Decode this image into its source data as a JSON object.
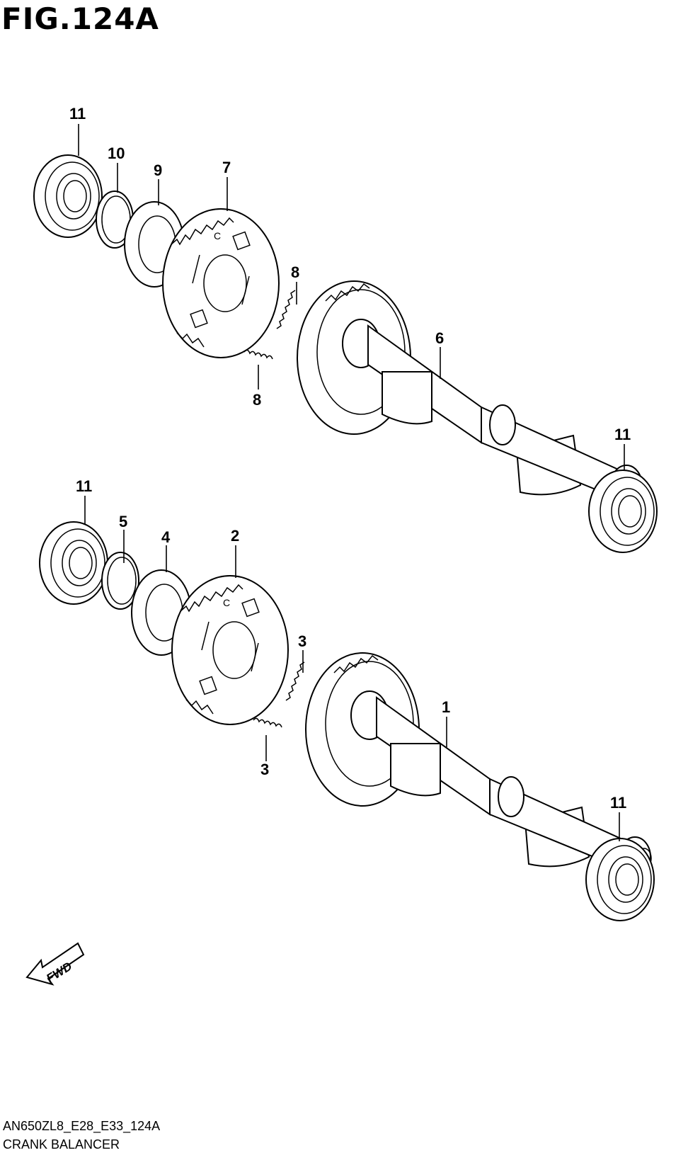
{
  "figure": {
    "title": "FIG.124A"
  },
  "callouts": {
    "c11a": "11",
    "c10": "10",
    "c9": "9",
    "c7": "7",
    "c8a": "8",
    "c8b": "8",
    "c6": "6",
    "c11b": "11",
    "c11c": "11",
    "c5": "5",
    "c4": "4",
    "c2": "2",
    "c3a": "3",
    "c3b": "3",
    "c1": "1",
    "c11d": "11"
  },
  "fwd_label": "FWD",
  "footer": {
    "code": "AN650ZL8_E28_E33_124A",
    "name": "CRANK BALANCER"
  }
}
